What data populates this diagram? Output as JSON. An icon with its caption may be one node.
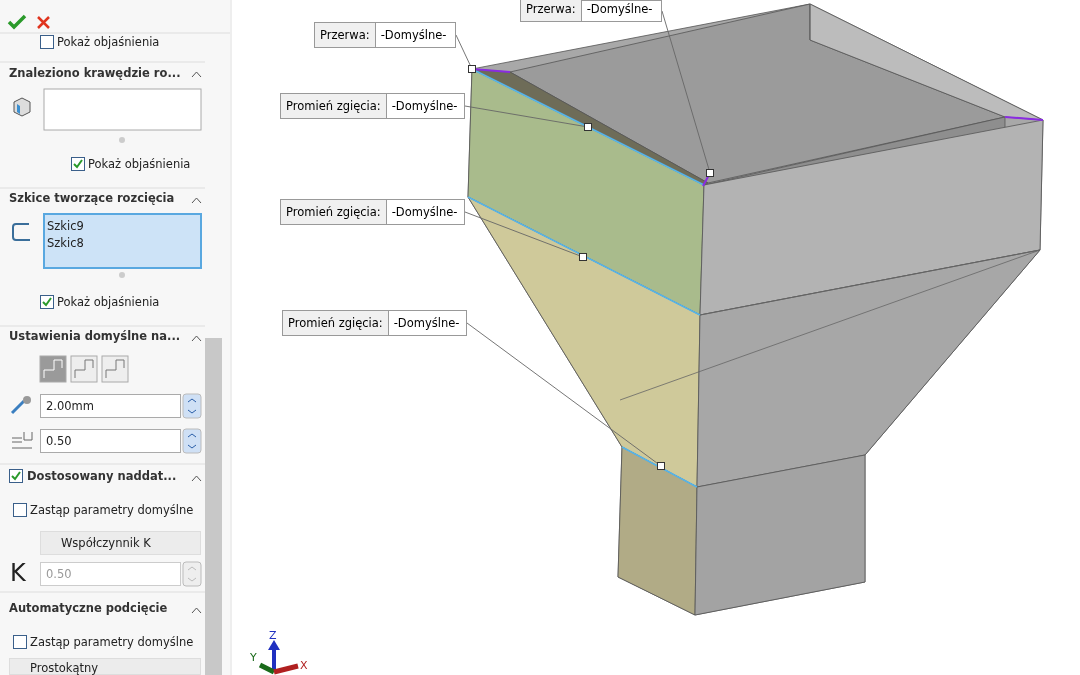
{
  "diagram": {
    "nodes": [
      {
        "text": [
          "Przerwa:",
          "-Domyślne-"
        ]
      },
      {
        "text": [
          "Przerwa:",
          "-Domyślne-"
        ]
      },
      {
        "text": [
          "Promień zgięcia:",
          "-Domyślne-"
        ]
      },
      {
        "text": [
          "Promień zgięcia:",
          "-Domyślne-"
        ]
      },
      {
        "text": [
          "Promień zgięcia:",
          "-Domyślne-"
        ]
      },
      {
        "text": [],
        "shape": "box"
      },
      {
        "text": [],
        "shape": "box"
      },
      {
        "text": [],
        "shape": "box"
      },
      {
        "text": [],
        "shape": "box"
      },
      {
        "text": [],
        "shape": "box"
      }
    ],
    "edges": [
      {
        "from": 0,
        "to": 6,
        "arrow": "none"
      },
      {
        "from": 1,
        "to": 5,
        "arrow": "none"
      },
      {
        "from": 2,
        "to": 7,
        "arrow": "none"
      },
      {
        "from": 3,
        "to": 8,
        "arrow": "none"
      },
      {
        "from": 4,
        "to": 9,
        "arrow": "none"
      }
    ],
    "labels": [
      "Pokaż objaśnienia",
      "Znaleziono krawędzie ro...",
      "Pokaż objaśnienia",
      "Szkice tworzące rozcięcia",
      "Szkic9",
      "Szkic8",
      "Pokaż objaśnienia",
      "Ustawienia domyślne na...",
      "2.00mm",
      "0.50",
      "Dostosowany naddat...",
      "Zastąp parametry domyślne",
      "Współczynnik K",
      "K",
      "0.50",
      "Automatyczne podcięcie",
      "Zastąp parametry domyślne",
      "Prostokątny",
      "Z",
      "Y",
      "X"
    ]
  }
}
